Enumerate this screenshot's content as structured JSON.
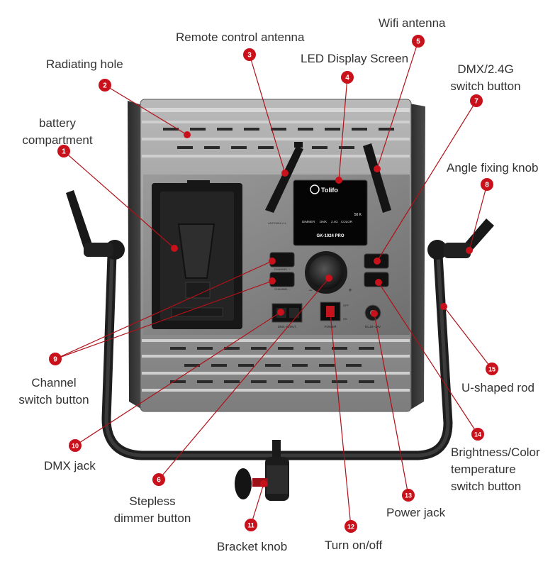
{
  "device": {
    "brand": "Tolifo",
    "model": "GK-1024 PRO",
    "display_modes": [
      "DIMMER",
      "DMX",
      "2.4G",
      "COLOR"
    ],
    "display_value": "50 K",
    "antenna_label": "ANTENNA 2.4",
    "channel_plus": "CHANNEL +",
    "channel_minus": "CHANNEL -",
    "dmx_port_label": "DMX IN/OUT",
    "power_label": "POWER",
    "dc_label": "DC15~19V",
    "off_label": "OFF",
    "on_label": "ON",
    "minus_sign": "−",
    "plus_sign": "+"
  },
  "callouts": [
    {
      "num": "1",
      "label": "battery compartment",
      "lines": [
        "battery",
        "compartment"
      ]
    },
    {
      "num": "2",
      "label": "Radiating hole",
      "lines": [
        "Radiating hole"
      ]
    },
    {
      "num": "3",
      "label": "Remote control antenna",
      "lines": [
        "Remote control antenna"
      ]
    },
    {
      "num": "4",
      "label": "LED Display Screen",
      "lines": [
        "LED Display Screen"
      ]
    },
    {
      "num": "5",
      "label": "Wifi antenna",
      "lines": [
        "Wifi antenna"
      ]
    },
    {
      "num": "6",
      "label": "Stepless dimmer button",
      "lines": [
        "Stepless",
        "dimmer button"
      ]
    },
    {
      "num": "7",
      "label": "DMX/2.4G switch button",
      "lines": [
        "DMX/2.4G",
        "switch button"
      ]
    },
    {
      "num": "8",
      "label": "Angle fixing knob",
      "lines": [
        "Angle fixing knob"
      ]
    },
    {
      "num": "9",
      "label": "Channel switch button",
      "lines": [
        "Channel",
        "switch button"
      ]
    },
    {
      "num": "10",
      "label": "DMX jack",
      "lines": [
        "DMX jack"
      ]
    },
    {
      "num": "11",
      "label": "Bracket knob",
      "lines": [
        "Bracket knob"
      ]
    },
    {
      "num": "12",
      "label": "Turn on/off",
      "lines": [
        "Turn on/off"
      ]
    },
    {
      "num": "13",
      "label": "Power jack",
      "lines": [
        "Power jack"
      ]
    },
    {
      "num": "14",
      "label": "Brightness/Color temperature switch button",
      "lines": [
        "Brightness/Color",
        "temperature",
        "switch button"
      ]
    },
    {
      "num": "15",
      "label": "U-shaped rod",
      "lines": [
        "U-shaped rod"
      ]
    }
  ],
  "colors": {
    "callout_red": "#c8111a",
    "line_red": "#b01018",
    "body_gray": "#8e8e8e",
    "panel_dark": "#2e2e2e",
    "text": "#333333"
  }
}
